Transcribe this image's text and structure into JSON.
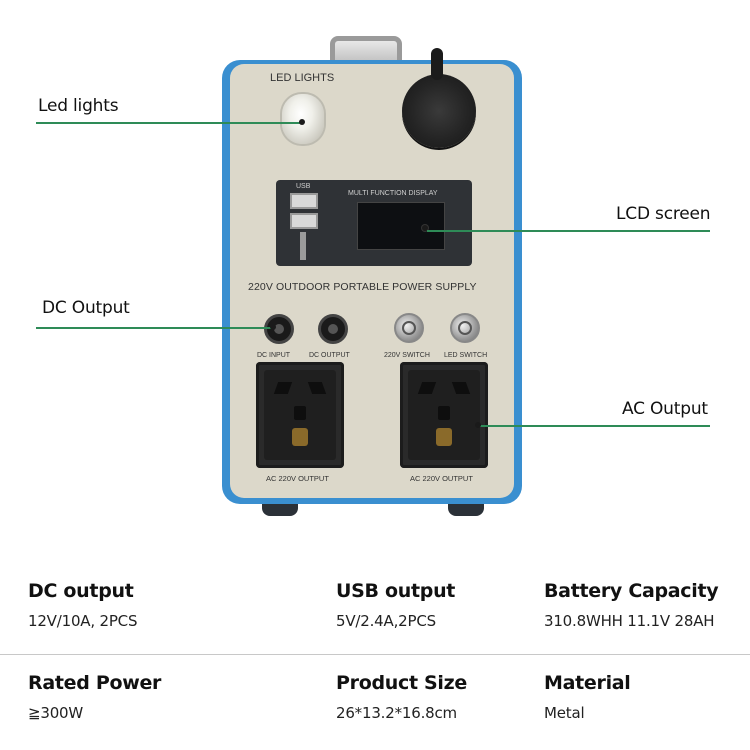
{
  "product": {
    "led_lights_label": "LED LIGHTS",
    "usb_label": "USB",
    "display_label": "MULTI FUNCTION DISPLAY",
    "title": "220V OUTDOOR PORTABLE POWER SUPPLY",
    "dc_input_label": "DC INPUT",
    "dc_output_label": "DC OUTPUT",
    "switch_220v_label": "220V SWITCH",
    "led_switch_label": "LED SWITCH",
    "ac_output_left_label": "AC 220V OUTPUT",
    "ac_output_right_label": "AC 220V OUTPUT"
  },
  "callouts": {
    "led_lights": "Led lights",
    "lcd_screen": "LCD screen",
    "dc_output": "DC Output",
    "ac_output": "AC Output"
  },
  "specs": [
    {
      "title": "DC output",
      "value": "12V/10A, 2PCS"
    },
    {
      "title": "USB output",
      "value": "5V/2.4A,2PCS"
    },
    {
      "title": "Battery Capacity",
      "value": "310.8WHH 11.1V  28AH"
    },
    {
      "title": "Rated Power",
      "value": "≧300W"
    },
    {
      "title": "Product Size",
      "value": "26*13.2*16.8cm"
    },
    {
      "title": "Material",
      "value": "Metal"
    }
  ],
  "colors": {
    "accent_line": "#2e8b57",
    "frame_blue": "#3a8fd0",
    "panel_beige": "#dcd8ca"
  }
}
